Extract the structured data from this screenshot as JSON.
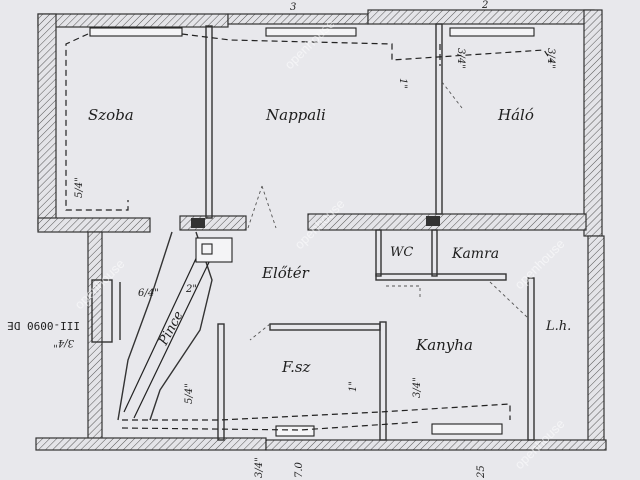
{
  "rooms": {
    "szoba": "Szoba",
    "nappali": "Nappali",
    "halo": "Háló",
    "eloter": "Előtér",
    "wc": "WC",
    "kamra": "Kamra",
    "pince": "Pince",
    "kanyha": "Kanyha",
    "lh": "L.h.",
    "fsz": "F.sz"
  },
  "pipe_labels": {
    "szoba_riser": "5/4\"",
    "nappali_riser": "1\"",
    "halo_riser_a": "3/4\"",
    "halo_riser_b": "3/4\"",
    "stair_a": "6/4\"",
    "stair_b": "2\"",
    "fsz_left": "5/4\"",
    "fsz_mid": "1\"",
    "kanyha_riser": "3/4\"",
    "boiler_size": "3/4\"",
    "bottom_a": "3/4\"",
    "bottom_b": "7.0",
    "bottom_c": "25"
  },
  "top_numbers": {
    "n1": "3",
    "n2": "2"
  },
  "side_label": "III-0090 DE",
  "watermark": "openhouse"
}
